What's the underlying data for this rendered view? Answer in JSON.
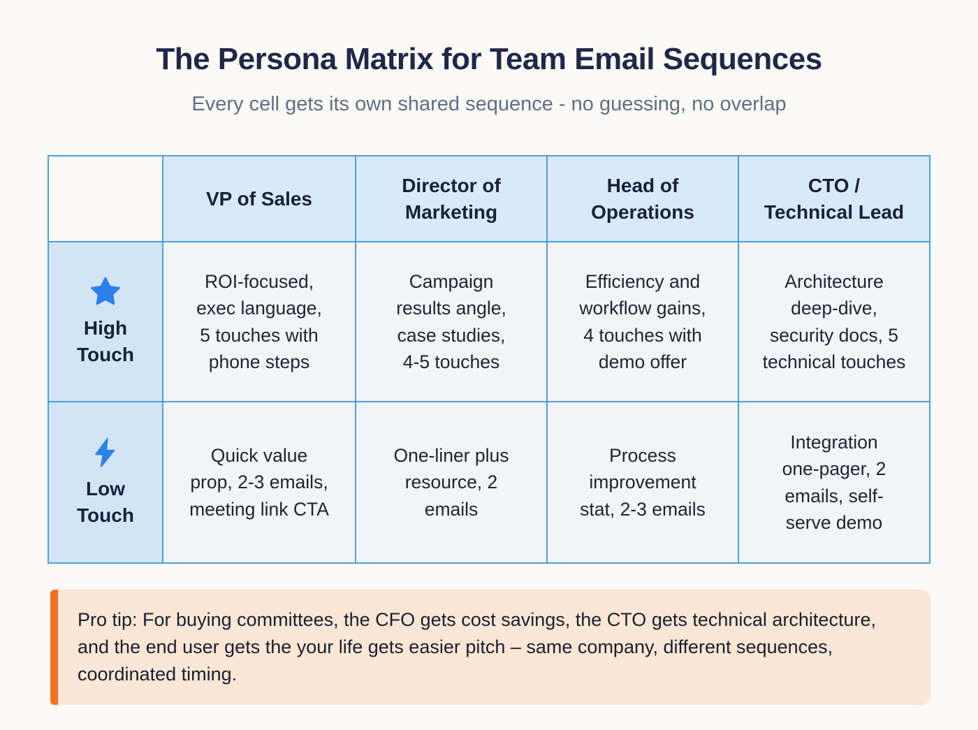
{
  "page": {
    "title": "The Persona Matrix for Team Email Sequences",
    "subtitle": "Every cell gets its own shared sequence - no guessing, no overlap"
  },
  "matrix": {
    "columns": [
      "VP of Sales",
      "Director of\nMarketing",
      "Head of\nOperations",
      "CTO /\nTechnical Lead"
    ],
    "rows": [
      {
        "label": "High\nTouch",
        "icon": "star-icon",
        "cells": [
          "ROI-focused,\nexec language,\n5 touches with\nphone steps",
          "Campaign\nresults angle,\ncase studies,\n4-5 touches",
          "Efficiency and\nworkflow gains,\n4 touches with\ndemo offer",
          "Architecture\ndeep-dive,\nsecurity docs, 5\ntechnical touches"
        ]
      },
      {
        "label": "Low\nTouch",
        "icon": "lightning-icon",
        "cells": [
          "Quick value\nprop, 2-3 emails,\nmeeting link CTA",
          "One-liner plus\nresource, 2\nemails",
          "Process\nimprovement\nstat, 2-3 emails",
          "Integration\none-pager, 2\nemails, self-\nserve demo"
        ]
      }
    ]
  },
  "pro_tip": {
    "text": "Pro tip: For buying committees, the CFO gets cost savings, the CTO gets technical architecture, and the end user gets the your life gets easier pitch – same company, different sequences, coordinated timing."
  },
  "colors": {
    "icon_blue": "#2b80ee",
    "border_blue": "#4c9fdb",
    "header_fill": "#d9e9f9",
    "row_label_fill": "#d2e5f7",
    "cell_fill": "#f3f4f7",
    "title_navy": "#1f2847",
    "subtitle_gray": "#5f6f84",
    "tip_background": "#fce6d5",
    "tip_accent_orange": "#f3701f"
  }
}
